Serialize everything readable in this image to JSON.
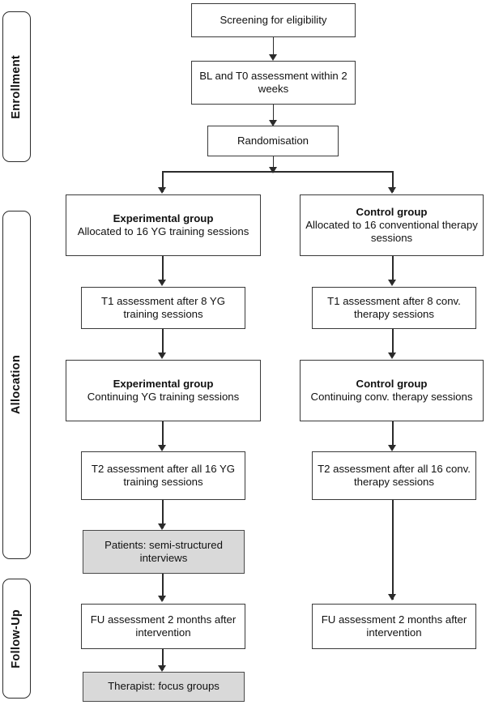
{
  "diagram": {
    "title": "CONSORT-style study flow diagram",
    "colors": {
      "shaded_fill": "#d9d9d9",
      "box_border": "#3a3a3a",
      "line": "#2b2b2b",
      "background": "#ffffff"
    }
  },
  "phases": [
    {
      "id": "enrollment",
      "label": "Enrollment"
    },
    {
      "id": "allocation",
      "label": "Allocation"
    },
    {
      "id": "followup",
      "label": "Follow-Up"
    }
  ],
  "nodes": {
    "screening": {
      "text": "Screening for eligibility"
    },
    "baseline": {
      "text": "BL and T0 assessment within 2 weeks"
    },
    "randomisation": {
      "text": "Randomisation"
    },
    "exp_alloc": {
      "title": "Experimental group",
      "sub": "Allocated to 16 YG training sessions"
    },
    "ctrl_alloc": {
      "title": "Control group",
      "sub": "Allocated to 16 conventional therapy sessions"
    },
    "exp_t1": {
      "text": "T1 assessment after 8 YG training sessions"
    },
    "ctrl_t1": {
      "text": "T1 assessment after 8 conv. therapy sessions"
    },
    "exp_cont": {
      "title": "Experimental group",
      "sub": "Continuing YG training sessions"
    },
    "ctrl_cont": {
      "title": "Control group",
      "sub": "Continuing conv. therapy sessions"
    },
    "exp_t2": {
      "text": "T2 assessment after all 16 YG training sessions"
    },
    "ctrl_t2": {
      "text": "T2 assessment after all 16 conv. therapy sessions"
    },
    "patients_int": {
      "text": "Patients: semi-structured interviews"
    },
    "exp_fu": {
      "text": "FU assessment 2 months after intervention"
    },
    "ctrl_fu": {
      "text": "FU assessment 2 months after intervention"
    },
    "therapist_fg": {
      "text": "Therapist: focus groups"
    }
  }
}
